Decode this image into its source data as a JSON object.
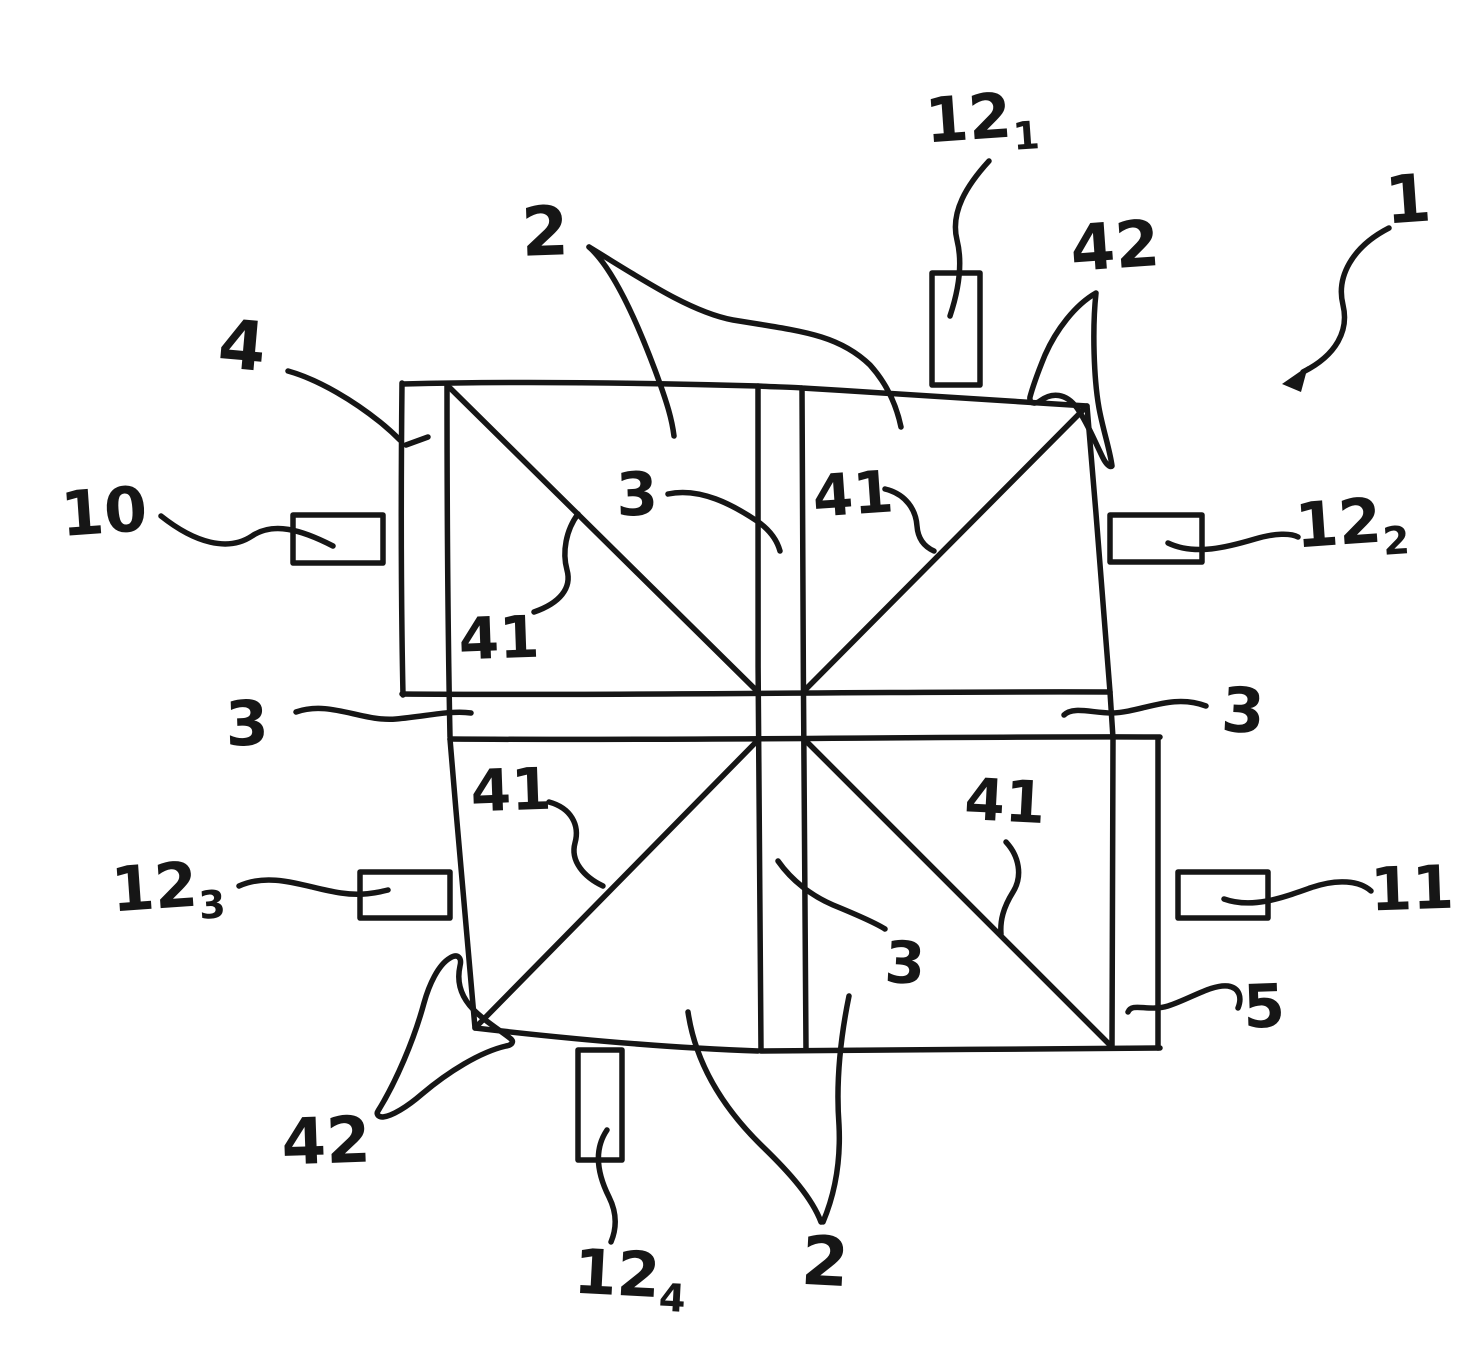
{
  "figure": {
    "background": "#ffffff",
    "ink": "#161616",
    "labels": {
      "assembly": "1",
      "tile_top": "2",
      "tile_bottom": "2",
      "bar_horizontal_left": "3",
      "bar_horizontal_right": "3",
      "bar_vertical_top": "3",
      "bar_vertical_bottom": "3",
      "frame_left": "4",
      "frame_right": "5",
      "connector_left": "10",
      "connector_right": "11",
      "joint_top_left": "41",
      "joint_top_right": "41",
      "joint_bottom_left": "41",
      "joint_bottom_right": "41",
      "corner_top_right": "42",
      "corner_bottom_left": "42",
      "port_top": {
        "base": "12",
        "sub": "1"
      },
      "port_right": {
        "base": "12",
        "sub": "2"
      },
      "port_left": {
        "base": "12",
        "sub": "3"
      },
      "port_bottom": {
        "base": "12",
        "sub": "4"
      }
    }
  }
}
